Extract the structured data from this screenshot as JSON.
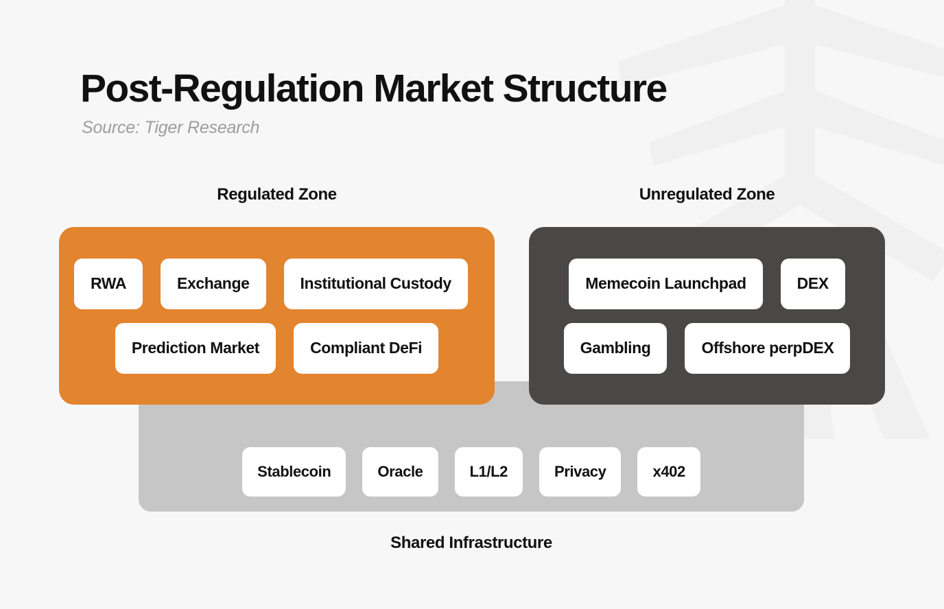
{
  "header": {
    "title": "Post-Regulation Market Structure",
    "source": "Source: Tiger Research"
  },
  "colors": {
    "background": "#f7f7f7",
    "regulated_zone": "#e3842f",
    "unregulated_zone": "#4a4846",
    "shared_infrastructure": "#c6c6c6",
    "card": "#ffffff",
    "text": "#111111",
    "subtitle": "#9d9d9d"
  },
  "zones": {
    "regulated": {
      "heading": "Regulated Zone",
      "rows": [
        [
          "RWA",
          "Exchange",
          "Institutional Custody"
        ],
        [
          "Prediction Market",
          "Compliant DeFi"
        ]
      ]
    },
    "unregulated": {
      "heading": "Unregulated Zone",
      "rows": [
        [
          "Memecoin Launchpad",
          "DEX"
        ],
        [
          "Gambling",
          "Offshore perpDEX"
        ]
      ]
    }
  },
  "shared": {
    "caption": "Shared Infrastructure",
    "items": [
      "Stablecoin",
      "Oracle",
      "L1/L2",
      "Privacy",
      "x402"
    ]
  },
  "decoration": {
    "watermark": "tiger-mark-watermark"
  }
}
